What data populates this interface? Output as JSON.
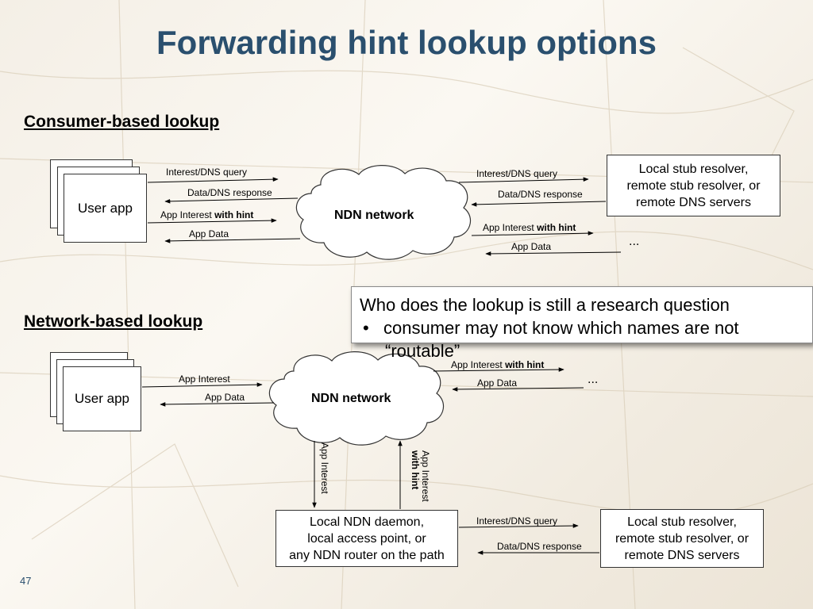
{
  "title": "Forwarding hint lookup options",
  "page_number": "47",
  "colors": {
    "title": "#2a4f6e",
    "background": "#f6f1e8",
    "arrow": "#000000"
  },
  "consumer": {
    "heading": "Consumer-based lookup",
    "user_app": "User app",
    "cloud": "NDN network",
    "resolver": [
      "Local stub resolver,",
      "remote stub resolver, or",
      "remote DNS servers"
    ],
    "left_arrows": {
      "interest_dns_query": "Interest/DNS query",
      "data_dns_response": "Data/DNS response",
      "app_interest": "App Interest",
      "with_hint": "with hint",
      "app_data": "App Data"
    },
    "right_arrows": {
      "interest_dns_query": "Interest/DNS query",
      "data_dns_response": "Data/DNS response",
      "app_interest": "App Interest",
      "with_hint": "with hint",
      "app_data": "App Data"
    },
    "ellipsis": "..."
  },
  "callout": {
    "line1": "Who does the lookup is still a research question",
    "bullet_symbol": "•",
    "bullet_text": "consumer may not know which names are not",
    "bullet_cont": "“routable”"
  },
  "network": {
    "heading": "Network-based lookup",
    "user_app": "User app",
    "cloud": "NDN network",
    "left_arrows": {
      "app_interest": "App Interest",
      "app_data": "App Data"
    },
    "right_arrows": {
      "app_interest": "App Interest",
      "with_hint": "with hint",
      "app_data": "App Data"
    },
    "ellipsis": "...",
    "vertical": {
      "down_label": "App Interest",
      "up_label": "App Interest",
      "up_hint": "with hint"
    },
    "daemon": [
      "Local NDN daemon,",
      "local access point, or",
      "any NDN router on the path"
    ],
    "bottom_arrows": {
      "interest_dns_query": "Interest/DNS query",
      "data_dns_response": "Data/DNS response"
    },
    "resolver": [
      "Local stub resolver,",
      "remote stub resolver, or",
      "remote DNS servers"
    ]
  }
}
